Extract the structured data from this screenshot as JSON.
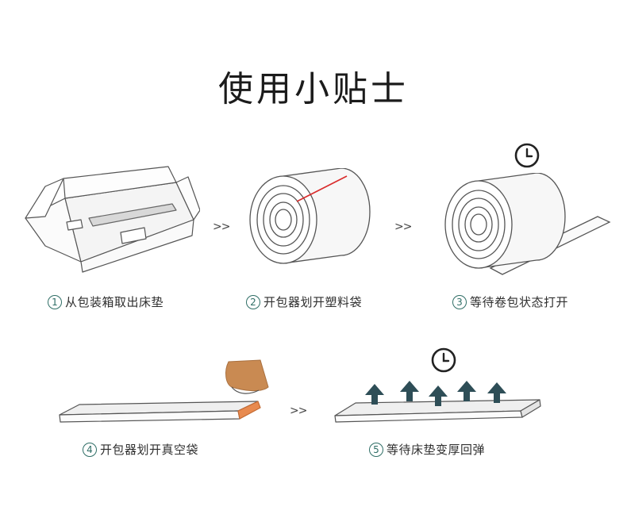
{
  "title": "使用小贴士",
  "separator": ">>",
  "steps": [
    {
      "num": "1",
      "text": "从包装箱取出床垫"
    },
    {
      "num": "2",
      "text": "开包器划开塑料袋"
    },
    {
      "num": "3",
      "text": "等待卷包状态打开"
    },
    {
      "num": "4",
      "text": "开包器划开真空袋"
    },
    {
      "num": "5",
      "text": "等待床垫变厚回弹"
    }
  ],
  "colors": {
    "accent": "#2f6e66",
    "arrow_fill": "#2e4e57",
    "orange": "#e88a4f",
    "tan": "#c98a52",
    "red_line": "#d92b2b",
    "line": "#555555"
  },
  "icons": [
    "clock-icon",
    "up-arrow-icon"
  ]
}
